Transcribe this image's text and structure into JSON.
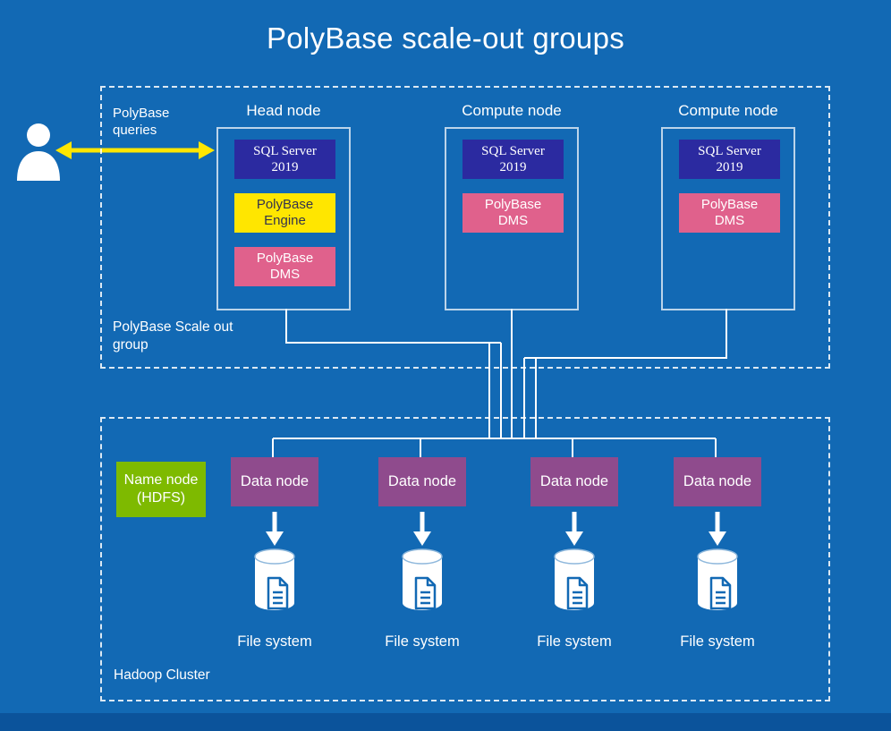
{
  "title": "PolyBase scale-out groups",
  "scale_out_group": {
    "label": "PolyBase Scale out group",
    "queries_label": "PolyBase queries",
    "head_node": {
      "label": "Head node",
      "sql_server": "SQL Server 2019",
      "engine": "PolyBase Engine",
      "dms": "PolyBase DMS"
    },
    "compute_nodes": [
      {
        "label": "Compute node",
        "sql_server": "SQL Server 2019",
        "dms": "PolyBase DMS"
      },
      {
        "label": "Compute node",
        "sql_server": "SQL Server 2019",
        "dms": "PolyBase DMS"
      }
    ]
  },
  "hadoop_cluster": {
    "label": "Hadoop Cluster",
    "name_node": {
      "label": "Name node (HDFS)"
    },
    "data_nodes": [
      {
        "label": "Data node",
        "storage_label": "File system"
      },
      {
        "label": "Data node",
        "storage_label": "File system"
      },
      {
        "label": "Data node",
        "storage_label": "File system"
      },
      {
        "label": "Data node",
        "storage_label": "File system"
      }
    ]
  },
  "icons": {
    "user": "user-icon",
    "query_arrow": "double-headed-arrow-icon",
    "down_arrow": "down-arrow-icon",
    "storage": "database-file-icon"
  },
  "colors": {
    "background": "#1269b4",
    "sql_server_box": "#2b2aa0",
    "polybase_engine_box": "#ffe600",
    "polybase_dms_box": "#e0618c",
    "name_node_box": "#7eba00",
    "data_node_box": "#8f4b8d",
    "query_arrow": "#ffe600",
    "connector": "#ffffff"
  }
}
